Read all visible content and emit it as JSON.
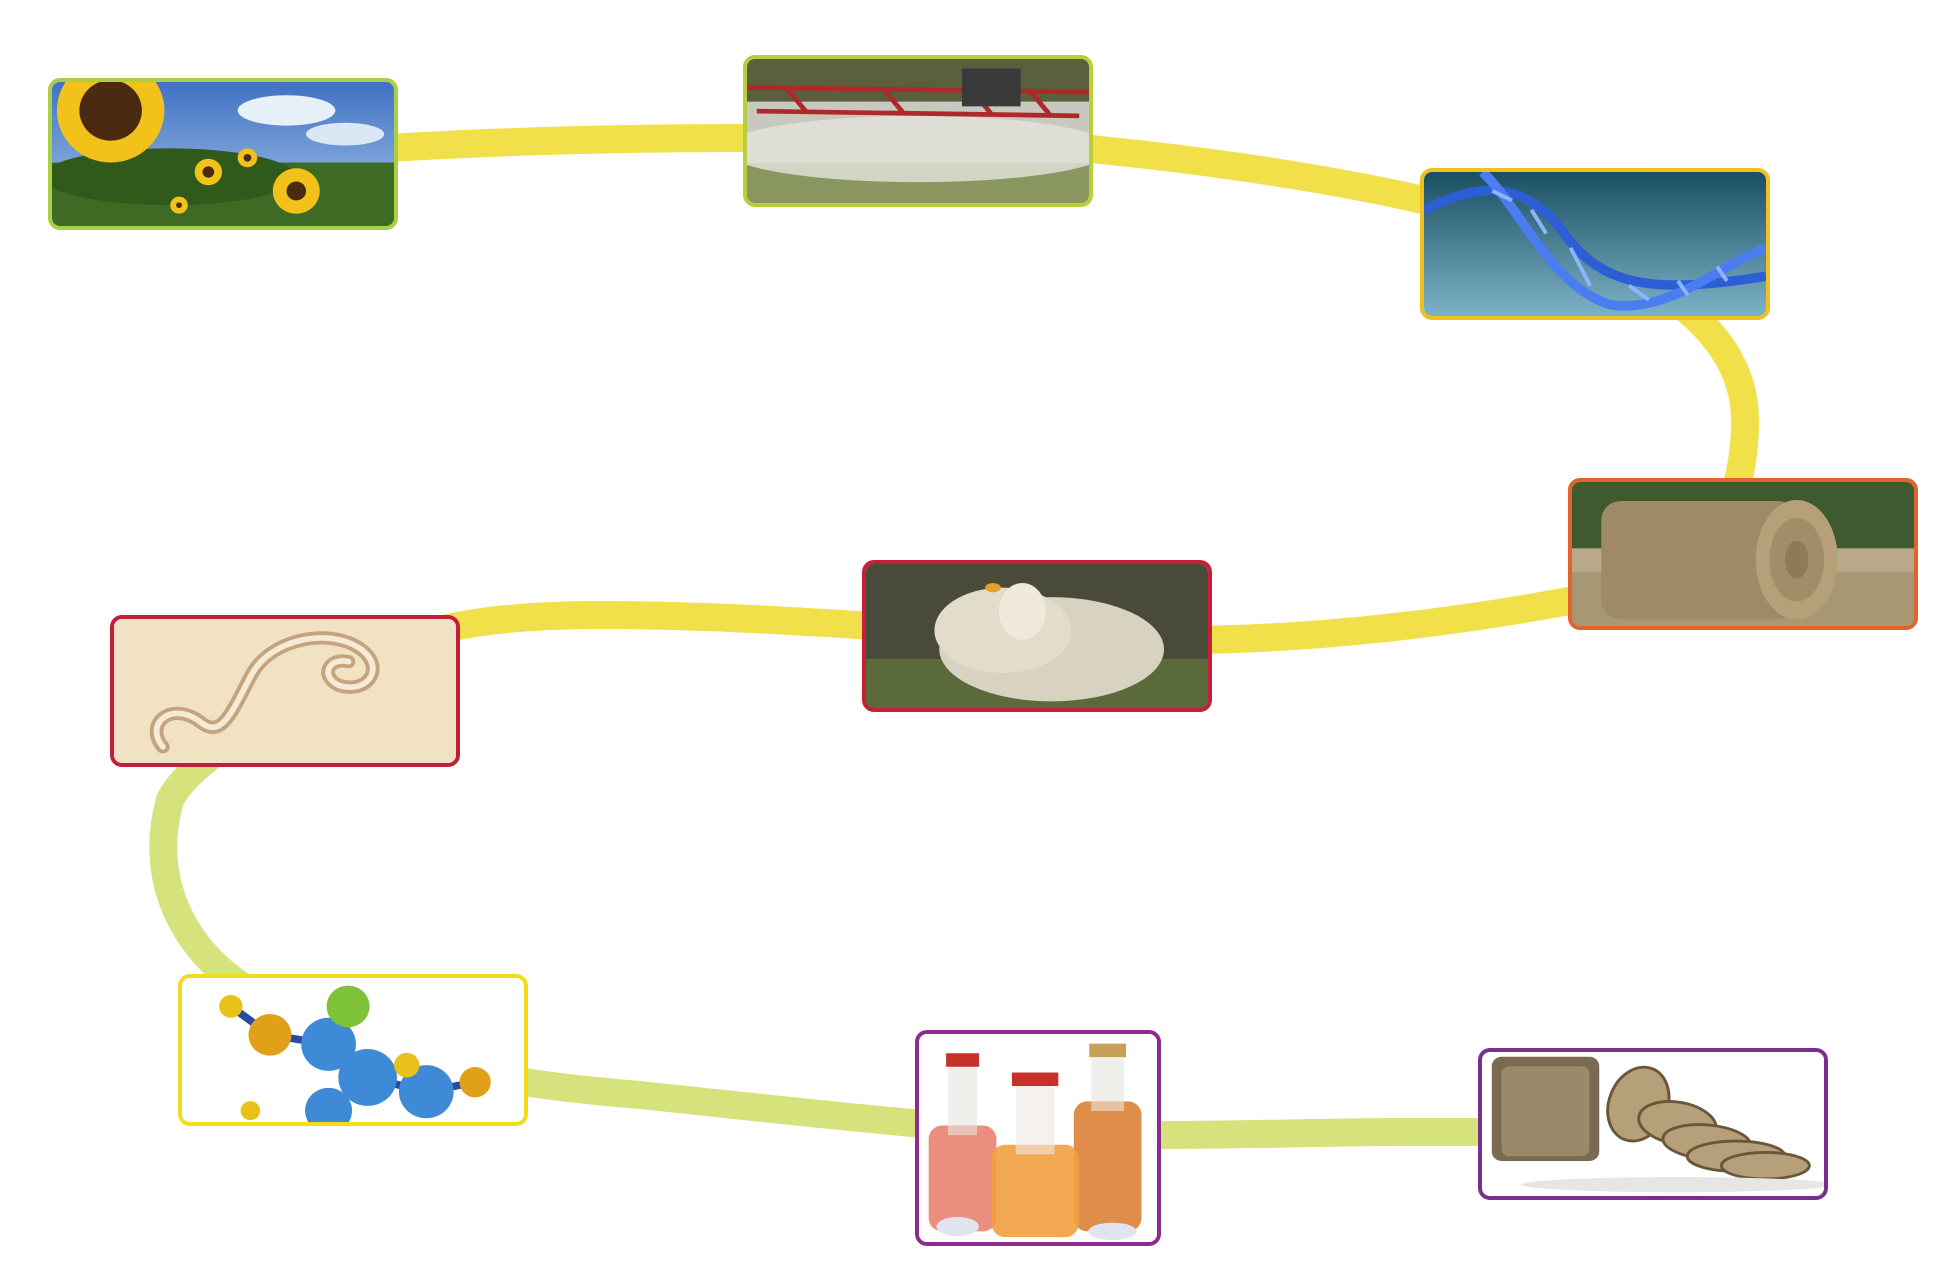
{
  "diagram": {
    "path_colors": {
      "upper": "#f2e04a",
      "lower": "#d6e27c"
    },
    "nodes": [
      {
        "id": "sunflower",
        "image": "sunflower-field-photo",
        "border": "#a8cf45"
      },
      {
        "id": "sprayer",
        "image": "crop-sprayer-photo",
        "border": "#b9cf3a"
      },
      {
        "id": "dna",
        "image": "dna-helix-image",
        "border": "#f0c020"
      },
      {
        "id": "hay",
        "image": "hay-bale-photo",
        "border": "#e2632d"
      },
      {
        "id": "sheep",
        "image": "sheep-photo",
        "border": "#c81e3a"
      },
      {
        "id": "nematode",
        "image": "nematode-micrograph",
        "border": "#c01e3a"
      },
      {
        "id": "molecule",
        "image": "molecule-model-image",
        "border": "#f2dc1c"
      },
      {
        "id": "bottles",
        "image": "juice-bottles-photo",
        "border": "#8e2b8e"
      },
      {
        "id": "bread",
        "image": "sliced-bread-photo",
        "border": "#7a2f8e"
      }
    ]
  }
}
